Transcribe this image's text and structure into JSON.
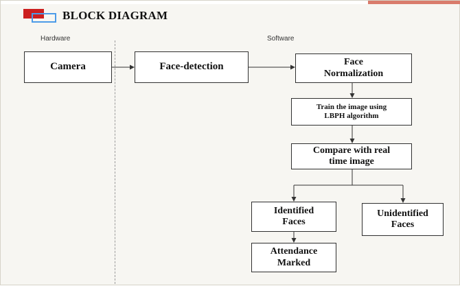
{
  "header": {
    "title": "BLOCK DIAGRAM"
  },
  "sections": {
    "hardware": "Hardware",
    "software": "Software"
  },
  "nodes": {
    "camera": "Camera",
    "face_detection": "Face-detection",
    "face_normalization": [
      "Face",
      "Normalization"
    ],
    "train": [
      "Train the image using",
      "LBPH algorithm"
    ],
    "compare": [
      "Compare with real",
      "time image"
    ],
    "identified": [
      "Identified",
      "Faces"
    ],
    "unidentified": [
      "Unidentified",
      "Faces"
    ],
    "attendance": [
      "Attendance",
      "Marked"
    ]
  },
  "colors": {
    "logo_red": "#cc1f1f",
    "logo_blue": "#4c9be8",
    "box_border": "#2f2f2f",
    "arrow": "#333333"
  }
}
